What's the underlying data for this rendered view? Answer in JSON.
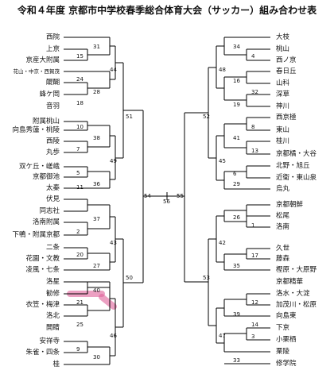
{
  "title": "令和４年度 京都市中学校春季総合体育大会（サッカー）組み合わせ表",
  "left_teams": [
    "西院",
    "上京",
    "京産大附属",
    "花山・中京・西賀茂",
    "醍醐",
    "蜂ケ岡",
    "音羽",
    "附属桃山",
    "向島秀蓮・桃陵",
    "西陵",
    "丸歩",
    "双ケ丘・嵯峨",
    "京都御池",
    "太秦",
    "伏見",
    "同志社",
    "洛南附属",
    "下鴨・附属京都",
    "二条",
    "花園・文教",
    "凌風・七条",
    "洛星",
    "勧修",
    "衣笠・梅津",
    "洛北",
    "開睛",
    "安祥寺",
    "朱雀・四条",
    "桂"
  ],
  "right_teams": [
    "大枝",
    "桃山",
    "西ノ京",
    "春日丘",
    "山科",
    "深草",
    "神川",
    "西京極",
    "東山",
    "桂川",
    "京都橘・大谷",
    "北野・旭丘",
    "近衛・東山泉",
    "烏丸",
    "京都朝鮮",
    "松尾",
    "洛南",
    "久世",
    "藤森",
    "樫原・大原野",
    "京都精華",
    "洛水・大淀",
    "加茂川・松原",
    "向島東",
    "下京",
    "小栗栖",
    "栗陵",
    "修学院"
  ],
  "match_numbers": [
    "31",
    "15",
    "44",
    "24",
    "28",
    "18",
    "51",
    "10",
    "38",
    "7",
    "49",
    "5",
    "36",
    "11",
    "37",
    "2",
    "43",
    "20",
    "27",
    "50",
    "21",
    "40",
    "25",
    "46",
    "9",
    "30",
    "54",
    "56",
    "55",
    "34",
    "4",
    "48",
    "16",
    "32",
    "19",
    "52",
    "8",
    "41",
    "13",
    "45",
    "6",
    "29",
    "26",
    "1",
    "42",
    "17",
    "35",
    "53",
    "12",
    "39",
    "14",
    "47",
    "3",
    "33"
  ]
}
